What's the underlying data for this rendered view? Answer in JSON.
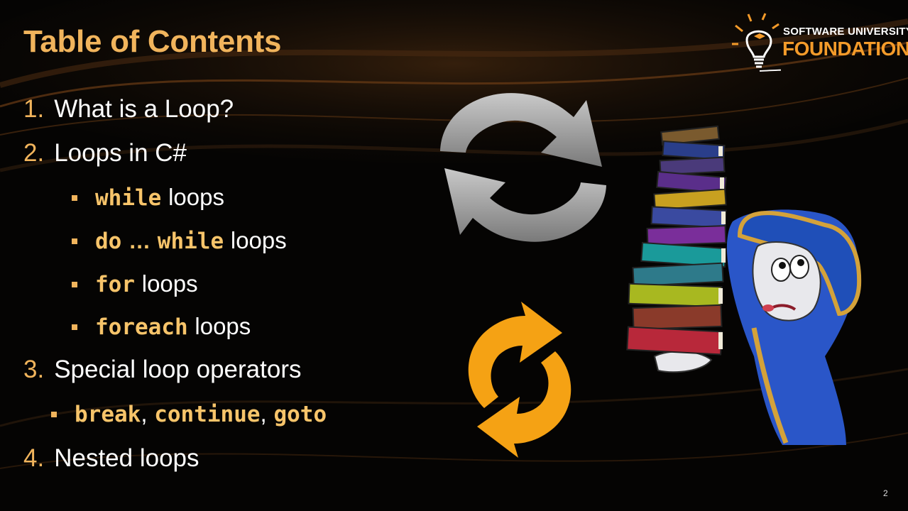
{
  "slide": {
    "title": "Table of Contents",
    "page_number": "2"
  },
  "logo": {
    "line1": "SOFTWARE UNIVERSITY",
    "line2": "FOUNDATION"
  },
  "toc": {
    "item1": {
      "num": "1.",
      "text": "What is a Loop?"
    },
    "item2": {
      "num": "2.",
      "text": "Loops in C#"
    },
    "sub_while": {
      "kw": "while",
      "text": "loops"
    },
    "sub_dowhile": {
      "kw1": "do",
      "mid": "…",
      "kw2": "while",
      "text": "loops"
    },
    "sub_for": {
      "kw": "for",
      "text": "loops"
    },
    "sub_foreach": {
      "kw": "foreach",
      "text": "loops"
    },
    "item3": {
      "num": "3.",
      "text": "Special loop operators"
    },
    "sub_ops": {
      "kw1": "break",
      "sep1": ",",
      "kw2": "continue",
      "sep2": ",",
      "kw3": "goto"
    },
    "item4": {
      "num": "4.",
      "text": "Nested loops"
    }
  },
  "icons": {
    "gray_cycle": "refresh-arrows-gray-icon",
    "orange_cycle": "refresh-arrows-orange-icon",
    "wizard": "wizard-carrying-books-illustration"
  },
  "colors": {
    "accent": "#f1b45c",
    "orange": "#f49b2a",
    "gray_arrows": "#9a9a9a",
    "background": "#050403"
  }
}
